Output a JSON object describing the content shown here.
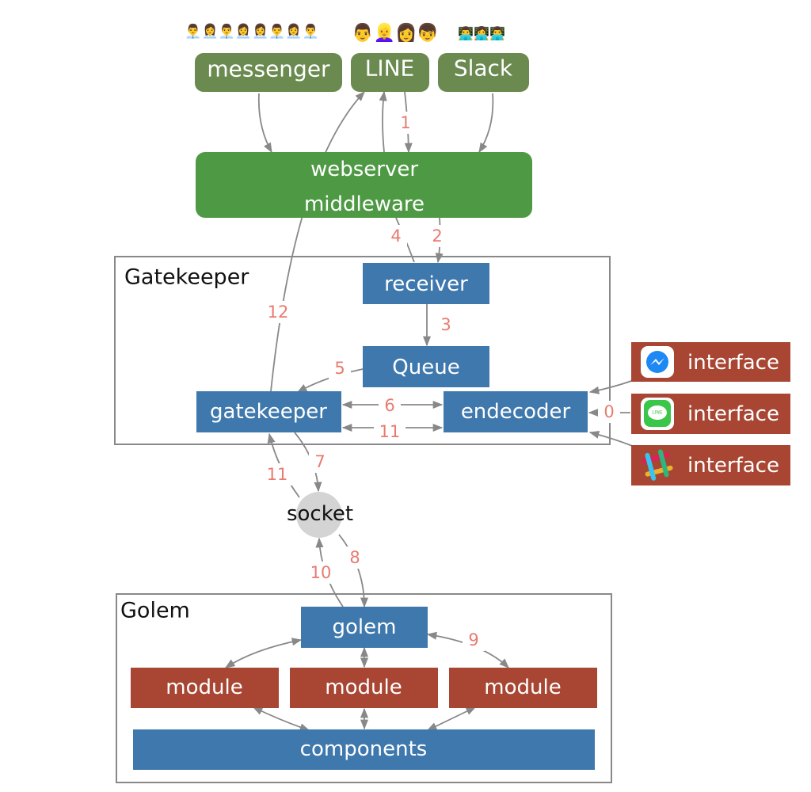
{
  "colors": {
    "client": "#6a8a50",
    "webserver": "#4e9a44",
    "blue_box": "#3f78ad",
    "red_box": "#a84633",
    "socket": "#d4d4d4",
    "number": "#e87b70",
    "frame": "#888888"
  },
  "clients": [
    {
      "label": "messenger",
      "people": "👨‍💼👩‍💼👨‍💼👩‍💼👩‍💼👨‍💼👩‍💼👨‍💼"
    },
    {
      "label": "LINE",
      "people": "👨👱‍♀️👩👦"
    },
    {
      "label": "Slack",
      "people": "👨‍💻👩‍💻👨‍💻"
    }
  ],
  "webserver": {
    "line1": "webserver",
    "line2": "middleware"
  },
  "gatekeeper_group": {
    "title": "Gatekeeper",
    "receiver": "receiver",
    "queue": "Queue",
    "gatekeeper": "gatekeeper",
    "endecoder": "endecoder"
  },
  "interfaces": [
    {
      "label": "interface",
      "icon": "messenger-icon"
    },
    {
      "label": "interface",
      "icon": "line-icon"
    },
    {
      "label": "interface",
      "icon": "slack-icon"
    }
  ],
  "socket": "socket",
  "golem_group": {
    "title": "Golem",
    "golem": "golem",
    "modules": [
      "module",
      "module",
      "module"
    ],
    "components": "components"
  },
  "step_numbers": {
    "n0": "0",
    "n1": "1",
    "n2": "2",
    "n3": "3",
    "n4": "4",
    "n5": "5",
    "n6": "6",
    "n7": "7",
    "n8": "8",
    "n9": "9",
    "n10": "10",
    "n11a": "11",
    "n11b": "11",
    "n12": "12"
  }
}
